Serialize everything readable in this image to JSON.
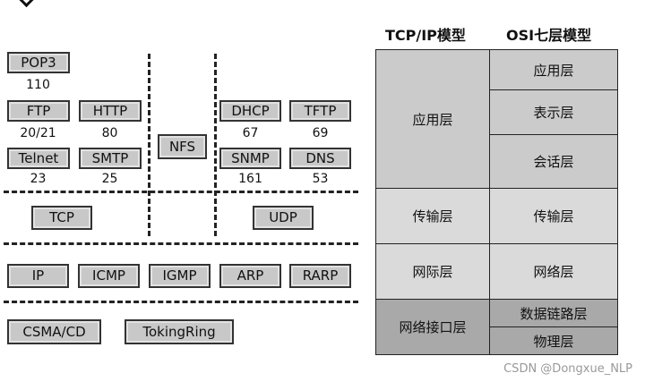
{
  "application_layer": {
    "pop3": {
      "label": "POP3",
      "port": "110"
    },
    "ftp": {
      "label": "FTP",
      "port": "20/21"
    },
    "http": {
      "label": "HTTP",
      "port": "80"
    },
    "telnet": {
      "label": "Telnet",
      "port": "23"
    },
    "smtp": {
      "label": "SMTP",
      "port": "25"
    },
    "nfs": {
      "label": "NFS"
    },
    "dhcp": {
      "label": "DHCP",
      "port": "67"
    },
    "tftp": {
      "label": "TFTP",
      "port": "69"
    },
    "snmp": {
      "label": "SNMP",
      "port": "161"
    },
    "dns": {
      "label": "DNS",
      "port": "53"
    }
  },
  "transport_layer": {
    "tcp": "TCP",
    "udp": "UDP"
  },
  "network_layer": [
    "IP",
    "ICMP",
    "IGMP",
    "ARP",
    "RARP"
  ],
  "link_layer": [
    "CSMA/CD",
    "TokingRing"
  ],
  "table": {
    "header_tcpip": "TCP/IP模型",
    "header_osi": "OSI七层模型",
    "tcpip": [
      "应用层",
      "传输层",
      "网际层",
      "网络接口层"
    ],
    "osi": [
      "应用层",
      "表示层",
      "会话层",
      "传输层",
      "网络层",
      "数据链路层",
      "物理层"
    ]
  },
  "watermark": "CSDN @Dongxue_NLP"
}
